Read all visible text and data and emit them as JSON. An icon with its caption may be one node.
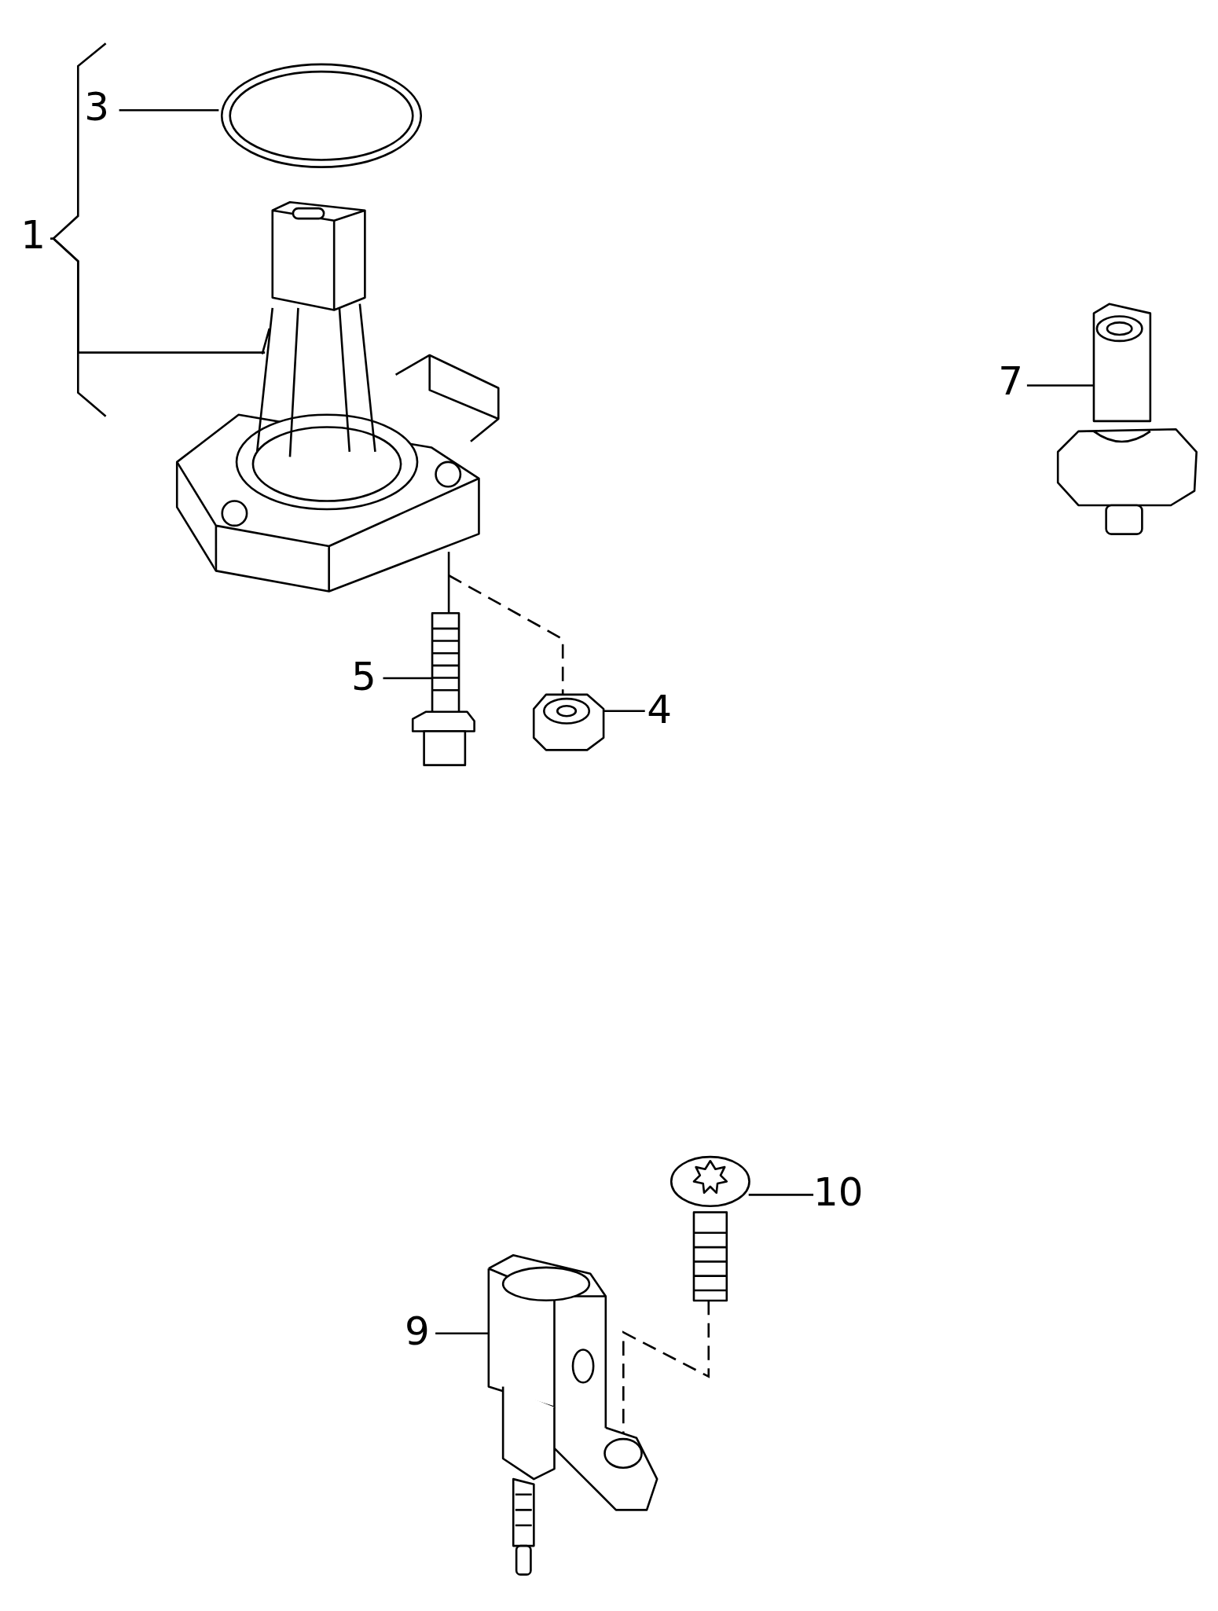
{
  "diagram": {
    "nodes": [
      {
        "text": [
          "1"
        ]
      },
      {
        "text": [
          "3"
        ]
      },
      {
        "text": [],
        "shape": "picture"
      },
      {
        "text": [],
        "shape": "picture"
      },
      {
        "text": [
          "5"
        ]
      },
      {
        "text": [],
        "shape": "picture"
      },
      {
        "text": [],
        "shape": "picture"
      },
      {
        "text": [
          "4"
        ]
      },
      {
        "text": [
          "7"
        ]
      },
      {
        "text": [],
        "shape": "picture"
      },
      {
        "text": [
          "10"
        ]
      },
      {
        "text": [],
        "shape": "picture"
      },
      {
        "text": [
          "9"
        ]
      },
      {
        "text": [],
        "shape": "picture"
      }
    ],
    "edges": [
      {
        "from": 1,
        "to": 2,
        "arrow": "none"
      },
      {
        "from": 0,
        "to": 3,
        "arrow": "none"
      },
      {
        "from": 3,
        "to": 5,
        "arrow": "none"
      },
      {
        "from": 3,
        "to": 6,
        "arrow": "none",
        "style": "dashed"
      },
      {
        "from": 4,
        "to": 5,
        "arrow": "none"
      },
      {
        "from": 7,
        "to": 6,
        "arrow": "none"
      },
      {
        "from": 8,
        "to": 9,
        "arrow": "none"
      },
      {
        "from": 10,
        "to": 11,
        "arrow": "none"
      },
      {
        "from": 12,
        "to": 13,
        "arrow": "none"
      },
      {
        "from": 11,
        "to": 13,
        "arrow": "none",
        "style": "dashed"
      }
    ]
  }
}
